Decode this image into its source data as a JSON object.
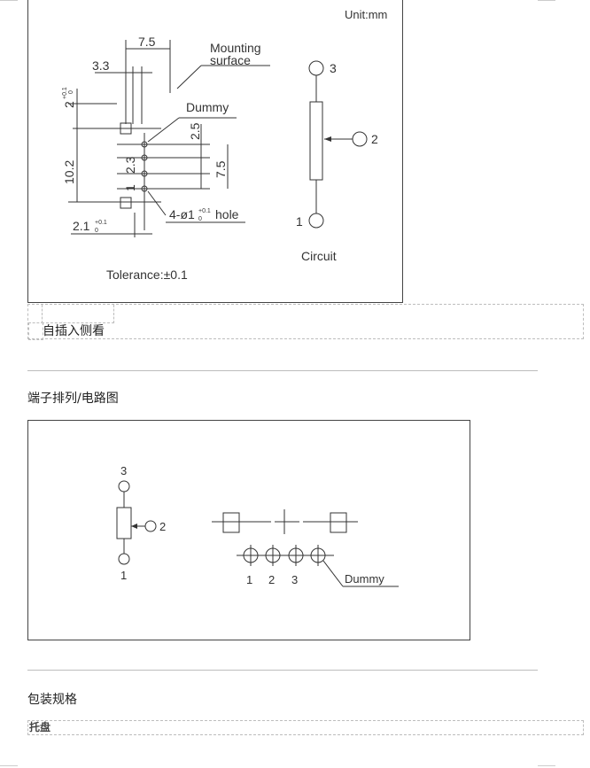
{
  "drawing1": {
    "unit": "Unit:mm",
    "dim_7_5_top": "7.5",
    "dim_3_3": "3.3",
    "mounting_line1": "Mounting",
    "mounting_line2": "surface",
    "dim_2_main": "2",
    "dim_2_tol": "+0.1",
    "dim_2_tol2": "0",
    "dummy": "Dummy",
    "dim_2_5": "2.5",
    "dim_10_2": "10.2",
    "dim_2_3": "2.3",
    "dim_7_5_right": "7.5",
    "dim_1": "1",
    "hole_label": "4-ø1",
    "hole_tol": "+0.1",
    "hole_tol2": "0",
    "hole_suffix": "hole",
    "dim_2_1": "2.1",
    "dim_2_1_tol": "+0.1",
    "dim_2_1_tol2": "0",
    "circuit_pin3": "3",
    "circuit_pin2": "2",
    "circuit_pin1": "1",
    "circuit_label": "Circuit",
    "tolerance": "Tolerance:±0.1"
  },
  "caption_row": {
    "text": "自插入侧看"
  },
  "section_terminal": {
    "title": "端子排列/电路图"
  },
  "drawing2": {
    "pin3": "3",
    "pin2": "2",
    "pin1": "1",
    "row_1": "1",
    "row_2": "2",
    "row_3": "3",
    "dummy": "Dummy"
  },
  "section_packaging": {
    "title": "包装规格"
  },
  "packaging_row": {
    "text": "托盘"
  }
}
